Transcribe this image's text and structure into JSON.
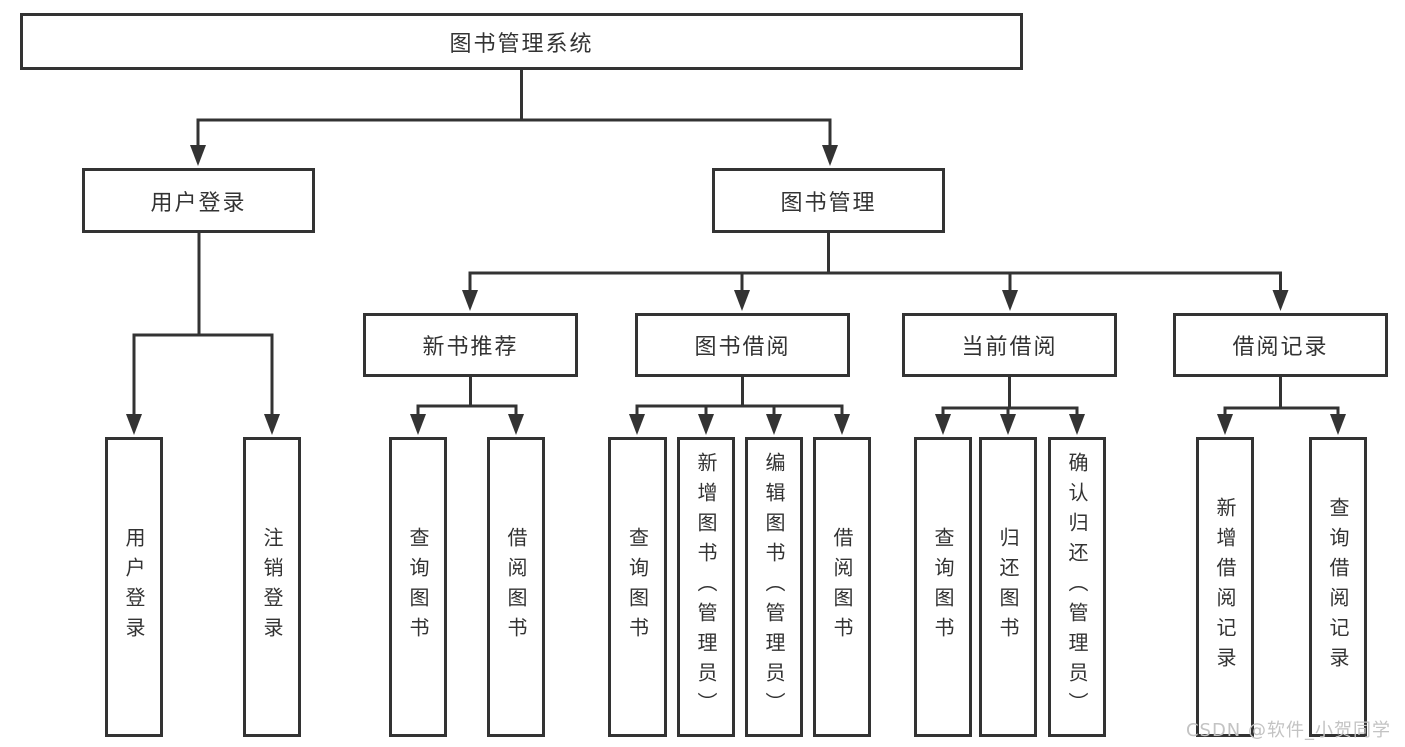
{
  "tree": {
    "root": {
      "label": "图书管理系统",
      "children": [
        {
          "label": "用户登录",
          "children": [
            {
              "label": "用户登录"
            },
            {
              "label": "注销登录"
            }
          ]
        },
        {
          "label": "图书管理",
          "children": [
            {
              "label": "新书推荐",
              "children": [
                {
                  "label": "查询图书"
                },
                {
                  "label": "借阅图书"
                }
              ]
            },
            {
              "label": "图书借阅",
              "children": [
                {
                  "label": "查询图书"
                },
                {
                  "label": "新增图书（管理员）"
                },
                {
                  "label": "编辑图书（管理员）"
                },
                {
                  "label": "借阅图书"
                }
              ]
            },
            {
              "label": "当前借阅",
              "children": [
                {
                  "label": "查询图书"
                },
                {
                  "label": "归还图书"
                },
                {
                  "label": "确认归还（管理员）"
                }
              ]
            },
            {
              "label": "借阅记录",
              "children": [
                {
                  "label": "新增借阅记录"
                },
                {
                  "label": "查询借阅记录"
                }
              ]
            }
          ]
        }
      ]
    }
  },
  "watermark": {
    "text": "CSDN @软件_小贺同学"
  },
  "colors": {
    "line": "#333333",
    "text": "#333333",
    "background": "#ffffff",
    "watermark": "#c3c3c3"
  }
}
